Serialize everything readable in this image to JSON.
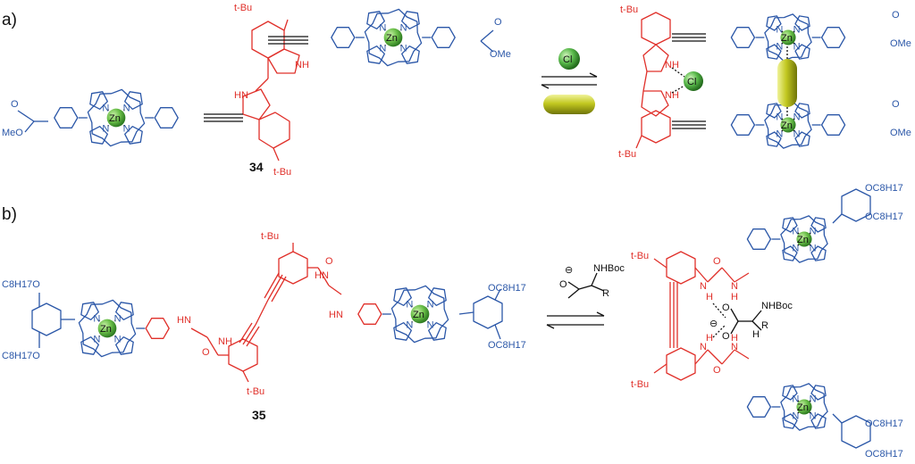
{
  "panels": {
    "a": "a)",
    "b": "b)"
  },
  "compounds": {
    "c34": "34",
    "c35": "35"
  },
  "metal": "Zn",
  "n": "N",
  "nh": "NH",
  "hn": "HN",
  "tbu": "t-Bu",
  "tbu2": "t-Bu",
  "ome": "OMe",
  "meo": "MeO",
  "o": "O",
  "h": "H",
  "cl": "Cl",
  "oc8": "OC8H17",
  "c8o": "C8H17O",
  "nhboc": "NHBoc",
  "r": "R",
  "neg": "⊖",
  "colors": {
    "porphyrin": "#2b57a8",
    "linker": "#e0302a",
    "zn_sphere": "#6cc04a",
    "guest": "#b8bf1a"
  }
}
